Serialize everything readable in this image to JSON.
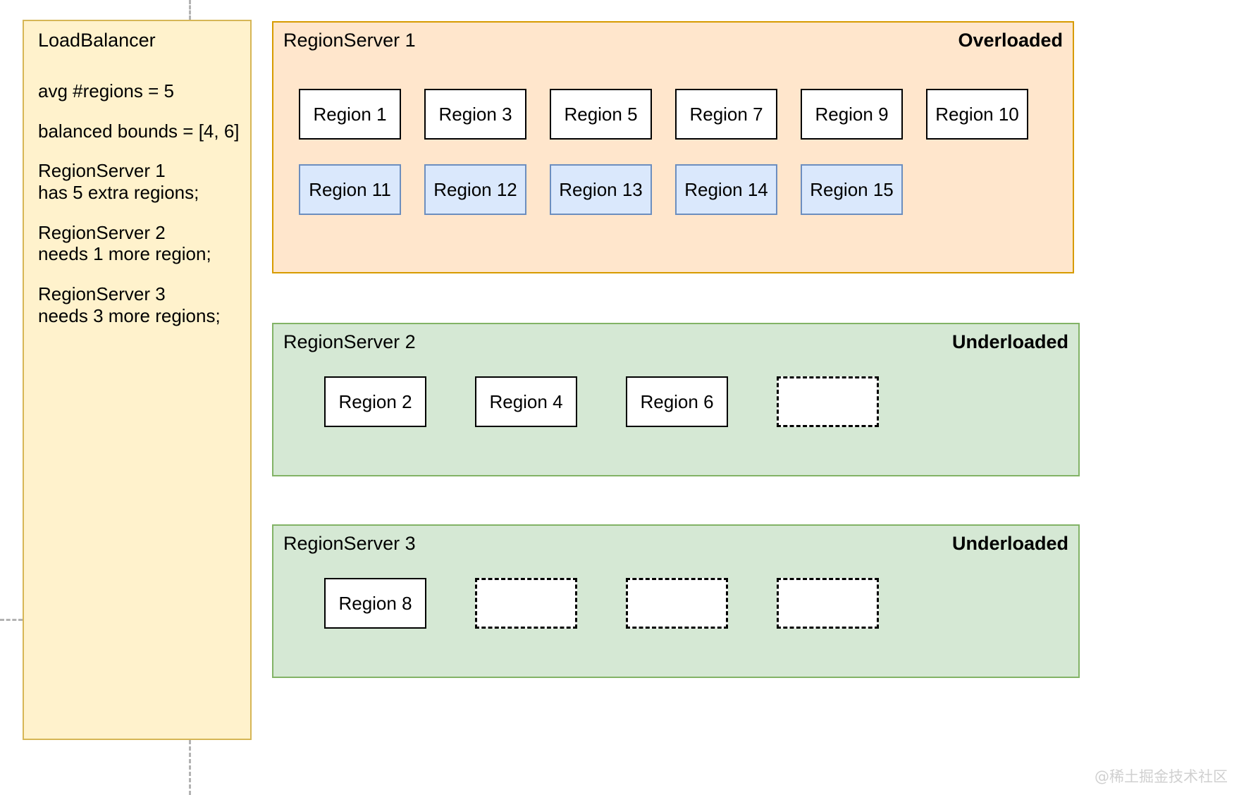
{
  "loadbalancer": {
    "title": "LoadBalancer",
    "lines": [
      "avg #regions = 5",
      "balanced bounds = [4, 6]",
      "RegionServer 1\nhas 5 extra regions;",
      "RegionServer 2\nneeds 1 more region;",
      "RegionServer 3\nneeds 3 more regions;"
    ],
    "fill_color": "#FFF2CC",
    "border_color": "#D6B656"
  },
  "servers": [
    {
      "title": "RegionServer 1",
      "status": "Overloaded",
      "fill_color": "#FFE6CC",
      "border_color": "#D79B00",
      "rows": [
        [
          {
            "label": "Region 1",
            "style": "plain"
          },
          {
            "label": "Region 3",
            "style": "plain"
          },
          {
            "label": "Region 5",
            "style": "plain"
          },
          {
            "label": "Region 7",
            "style": "plain"
          },
          {
            "label": "Region 9",
            "style": "plain"
          },
          {
            "label": "Region 10",
            "style": "plain"
          }
        ],
        [
          {
            "label": "Region 11",
            "style": "blue"
          },
          {
            "label": "Region 12",
            "style": "blue"
          },
          {
            "label": "Region 13",
            "style": "blue"
          },
          {
            "label": "Region 14",
            "style": "blue"
          },
          {
            "label": "Region 15",
            "style": "blue"
          }
        ]
      ]
    },
    {
      "title": "RegionServer 2",
      "status": "Underloaded",
      "fill_color": "#D5E8D4",
      "border_color": "#82B366",
      "rows": [
        [
          {
            "label": "Region 2",
            "style": "plain"
          },
          {
            "label": "Region 4",
            "style": "plain"
          },
          {
            "label": "Region 6",
            "style": "plain"
          },
          {
            "label": "",
            "style": "empty"
          }
        ]
      ]
    },
    {
      "title": "RegionServer 3",
      "status": "Underloaded",
      "fill_color": "#D5E8D4",
      "border_color": "#82B366",
      "rows": [
        [
          {
            "label": "Region 8",
            "style": "plain"
          },
          {
            "label": "",
            "style": "empty"
          },
          {
            "label": "",
            "style": "empty"
          },
          {
            "label": "",
            "style": "empty"
          }
        ]
      ]
    }
  ],
  "watermark": "@稀土掘金技术社区"
}
